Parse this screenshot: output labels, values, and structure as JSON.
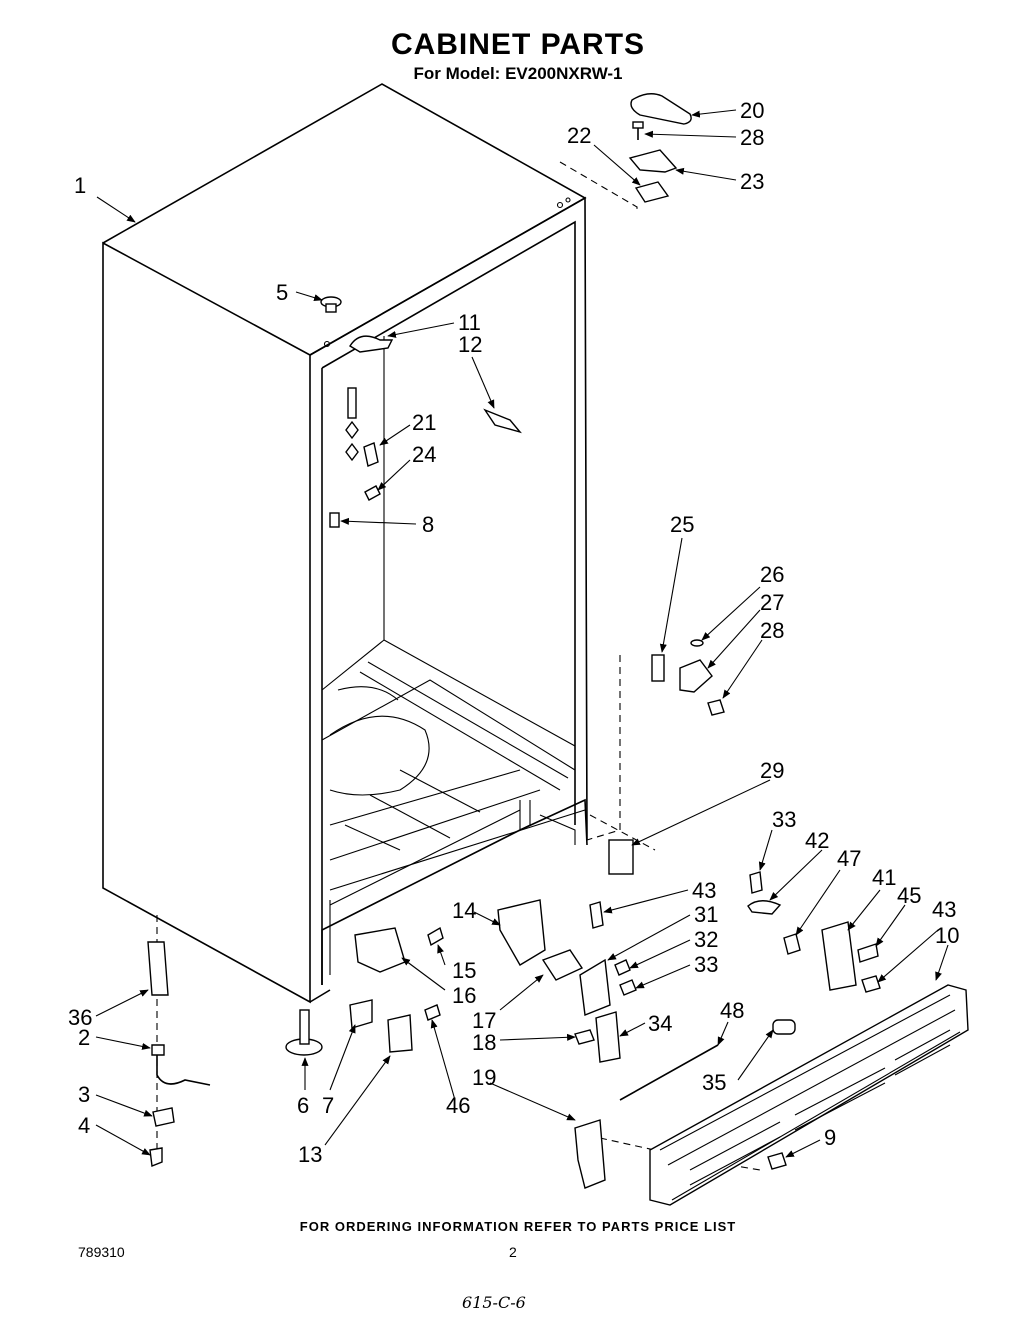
{
  "header": {
    "title": "CABINET PARTS",
    "subtitle": "For Model: EV200NXRW-1"
  },
  "footer": {
    "ordering_note": "FOR ORDERING INFORMATION REFER TO PARTS PRICE LIST",
    "document_number": "789310",
    "page_number": "2",
    "handwritten_note": "615-C-6"
  },
  "callouts": {
    "c1": "1",
    "c2": "2",
    "c3": "3",
    "c4": "4",
    "c5": "5",
    "c6": "6",
    "c7": "7",
    "c8": "8",
    "c9": "9",
    "c10": "10",
    "c11": "11",
    "c12": "12",
    "c13": "13",
    "c14": "14",
    "c15": "15",
    "c16": "16",
    "c17": "17",
    "c18": "18",
    "c19": "19",
    "c20": "20",
    "c21": "21",
    "c22": "22",
    "c23": "23",
    "c24": "24",
    "c25": "25",
    "c26": "26",
    "c27": "27",
    "c28a": "28",
    "c28b": "28",
    "c29": "29",
    "c31": "31",
    "c32": "32",
    "c33a": "33",
    "c33b": "33",
    "c34": "34",
    "c35": "35",
    "c36": "36",
    "c41": "41",
    "c42": "42",
    "c43a": "43",
    "c43b": "43",
    "c45": "45",
    "c46": "46",
    "c47": "47",
    "c48": "48"
  }
}
